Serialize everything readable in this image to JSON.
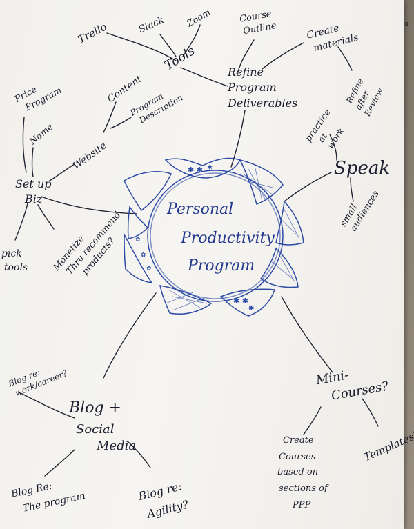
{
  "photo": {
    "center": {
      "lines": [
        "Personal",
        "Productivity",
        "Program"
      ]
    },
    "tools": {
      "label": "Tools",
      "children": [
        "Trello",
        "Slack",
        "Zoom"
      ]
    },
    "refine": {
      "lines": [
        "Refine",
        "Program",
        "Deliverables"
      ],
      "course_outline": [
        "Course",
        "Outline"
      ],
      "create_materials": [
        "Create",
        "materials"
      ],
      "refine_after_review": [
        "Refine",
        "after",
        "Review"
      ]
    },
    "speak": {
      "label": "Speak",
      "practice": [
        "practice",
        "at",
        "work"
      ],
      "small": [
        "small",
        "audiences"
      ]
    },
    "setup": {
      "lines": [
        "Set up",
        "Biz"
      ],
      "price_program": [
        "Price",
        "Program"
      ],
      "name": "Name",
      "website": "Website",
      "content": "Content",
      "program_description": [
        "Program",
        "Description"
      ],
      "pick_tools": [
        "pick",
        "tools"
      ],
      "monetize": [
        "Monetize",
        "Thru recommend",
        "products?"
      ]
    },
    "blog": {
      "lines": [
        "Blog +",
        "Social",
        "Media"
      ],
      "work_career": [
        "Blog re:",
        "work/career?"
      ],
      "the_program": [
        "Blog Re:",
        "The program"
      ],
      "agility": [
        "Blog re:",
        "Agility?"
      ]
    },
    "mini": {
      "lines": [
        "Mini-",
        "Courses?"
      ],
      "create_courses": [
        "Create",
        "Courses",
        "based on",
        "sections of",
        "PPP"
      ],
      "templates": "Templates?"
    },
    "ink_color": "#1d1b2e",
    "flower_color": "#2c4aa6"
  }
}
